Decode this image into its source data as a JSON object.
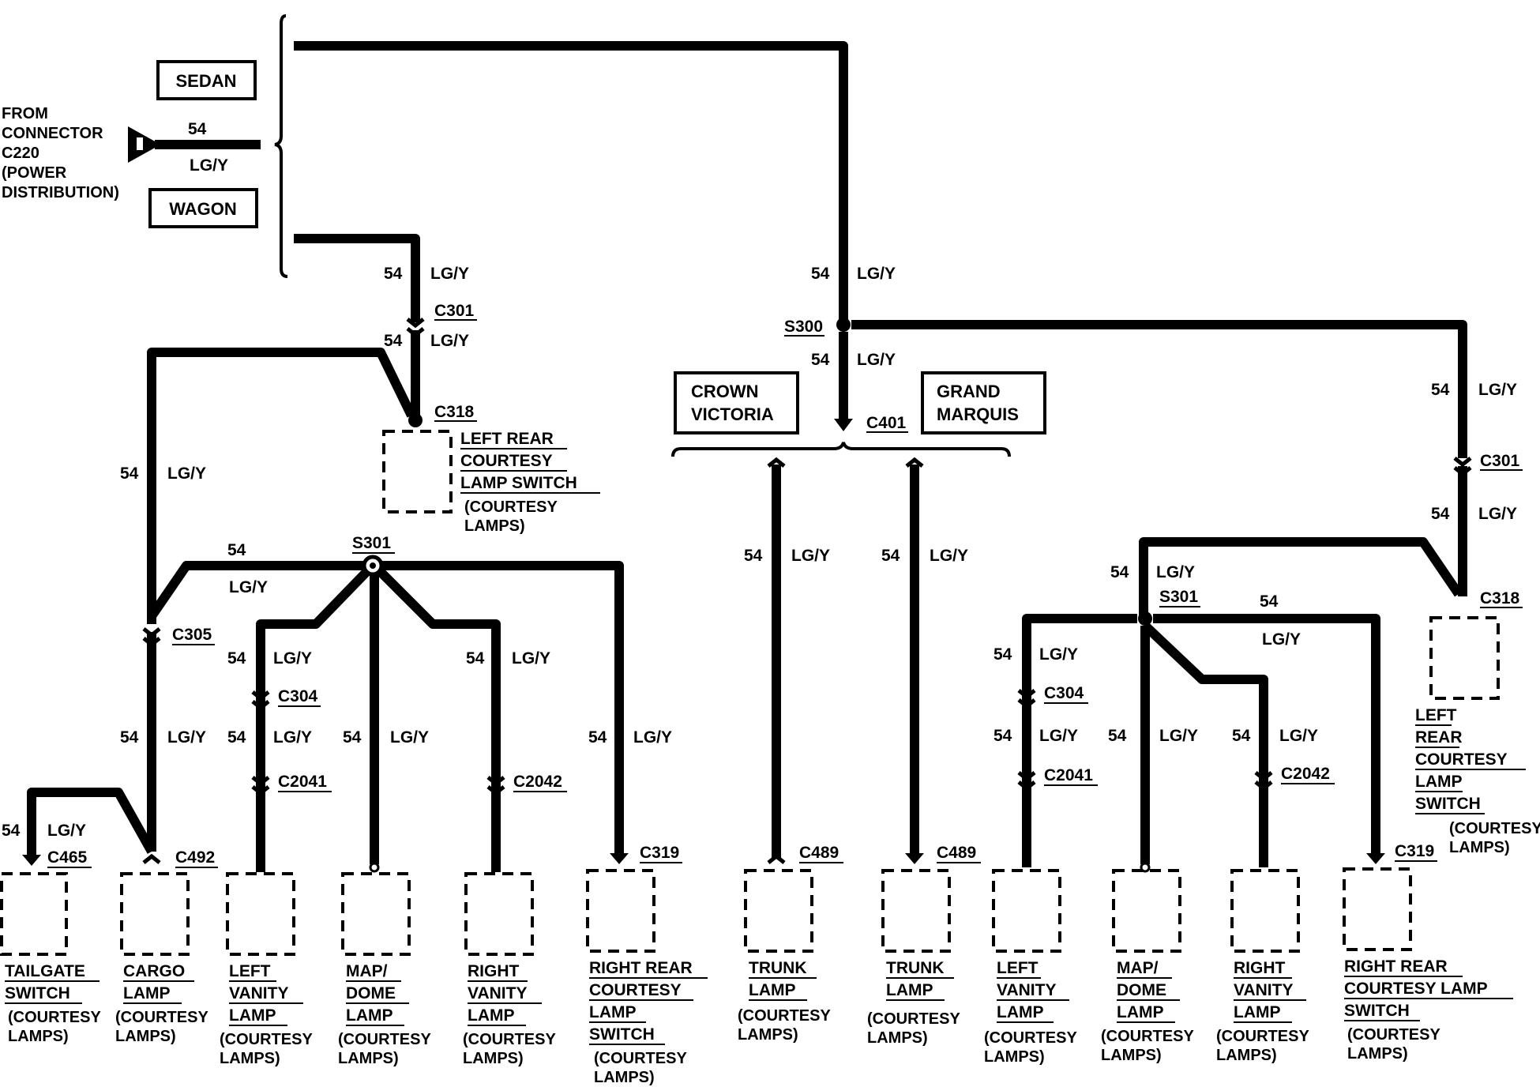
{
  "source": {
    "lines": [
      "FROM",
      "CONNECTOR",
      "C220",
      "(POWER",
      "DISTRIBUTION)"
    ]
  },
  "variants": {
    "sedan": "SEDAN",
    "wagon": "WAGON",
    "crown_victoria": [
      "CROWN",
      "VICTORIA"
    ],
    "grand_marquis": [
      "GRAND",
      "MARQUIS"
    ]
  },
  "circuit": "54",
  "wire_color": "LG/Y",
  "connectors": {
    "c301": "C301",
    "c318": "C318",
    "c305": "C305",
    "c304": "C304",
    "c2041": "C2041",
    "c2042": "C2042",
    "c319": "C319",
    "c465": "C465",
    "c492": "C492",
    "c401": "C401",
    "c489": "C489"
  },
  "splices": {
    "s300": "S300",
    "s301": "S301"
  },
  "courtesy": [
    "(COURTESY",
    "LAMPS)"
  ],
  "components": {
    "left_rear_switch_wagon": [
      "LEFT REAR",
      "COURTESY",
      "LAMP SWITCH"
    ],
    "left_rear_switch_sedan": [
      "LEFT",
      "REAR",
      "COURTESY",
      "LAMP",
      "SWITCH"
    ],
    "tailgate_switch": [
      "TAILGATE",
      "SWITCH"
    ],
    "cargo_lamp": [
      "CARGO",
      "LAMP"
    ],
    "left_vanity_lamp": [
      "LEFT",
      "VANITY",
      "LAMP"
    ],
    "map_dome_lamp": [
      "MAP/",
      "DOME",
      "LAMP"
    ],
    "right_vanity_lamp": [
      "RIGHT",
      "VANITY",
      "LAMP"
    ],
    "right_rear_switch_wagon": [
      "RIGHT REAR",
      "COURTESY",
      "LAMP",
      "SWITCH"
    ],
    "trunk_lamp": [
      "TRUNK",
      "LAMP"
    ],
    "right_rear_switch_sedan": [
      "RIGHT REAR",
      "COURTESY LAMP",
      "SWITCH"
    ]
  }
}
